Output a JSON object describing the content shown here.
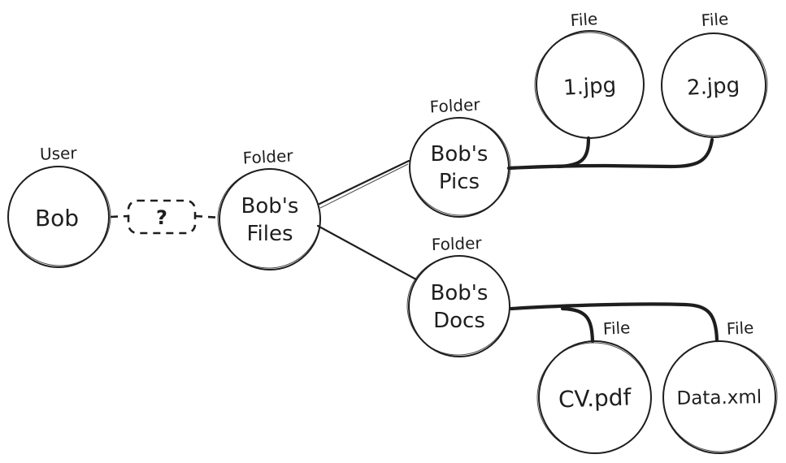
{
  "diagram": {
    "colors": {
      "stroke": "#1e1e1e",
      "background": "#ffffff"
    },
    "nodes": {
      "bob": {
        "type_label": "User",
        "label": "Bob"
      },
      "question": {
        "label": "?"
      },
      "bobs_files": {
        "type_label": "Folder",
        "lines": [
          "Bob's",
          "Files"
        ]
      },
      "bobs_pics": {
        "type_label": "Folder",
        "lines": [
          "Bob's",
          "Pics"
        ]
      },
      "bobs_docs": {
        "type_label": "Folder",
        "lines": [
          "Bob's",
          "Docs"
        ]
      },
      "file_1jpg": {
        "type_label": "File",
        "label": "1.jpg"
      },
      "file_2jpg": {
        "type_label": "File",
        "label": "2.jpg"
      },
      "file_cvpdf": {
        "type_label": "File",
        "label": "CV.pdf"
      },
      "file_dataxml": {
        "type_label": "File",
        "label": "Data.xml"
      }
    },
    "edges": [
      {
        "from": "Bob",
        "to": "?",
        "style": "dashed"
      },
      {
        "from": "?",
        "to": "Bob's Files",
        "style": "dashed"
      },
      {
        "from": "Bob's Files",
        "to": "Bob's Pics",
        "style": "solid"
      },
      {
        "from": "Bob's Files",
        "to": "Bob's Docs",
        "style": "solid"
      },
      {
        "from": "Bob's Pics",
        "to": "1.jpg",
        "style": "solid-thick"
      },
      {
        "from": "Bob's Pics",
        "to": "2.jpg",
        "style": "solid-thick"
      },
      {
        "from": "Bob's Docs",
        "to": "CV.pdf",
        "style": "solid-thick"
      },
      {
        "from": "Bob's Docs",
        "to": "Data.xml",
        "style": "solid-thick"
      }
    ]
  }
}
